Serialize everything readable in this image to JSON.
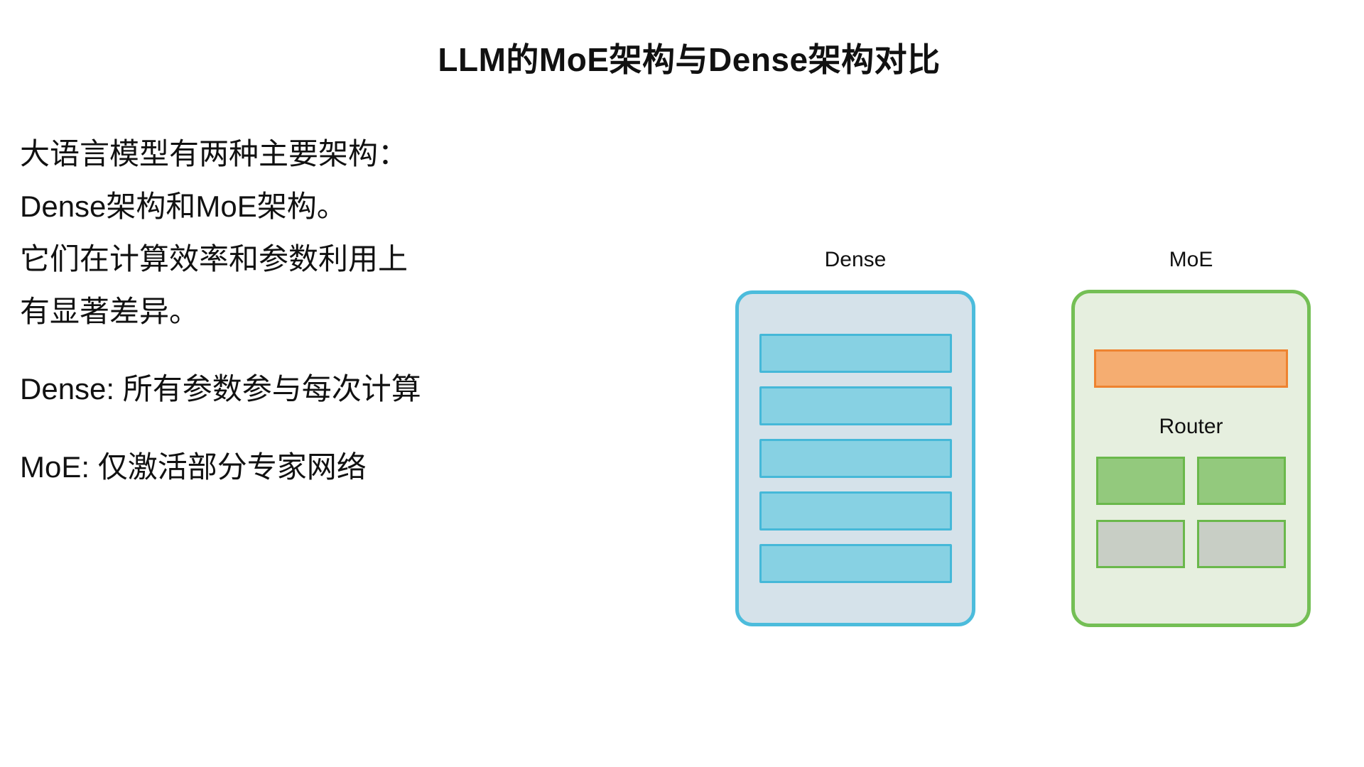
{
  "title": "LLM的MoE架构与Dense架构对比",
  "description": {
    "intro_lines": [
      "大语言模型有两种主要架构：",
      "Dense架构和MoE架构。",
      "它们在计算效率和参数利用上",
      "有显著差异。"
    ],
    "dense_note": "Dense: 所有参数参与每次计算",
    "moe_note": "MoE: 仅激活部分专家网络"
  },
  "diagram": {
    "dense": {
      "label": "Dense",
      "layer_count": 5,
      "colors": {
        "box_fill": "#d5e2ea",
        "box_border": "#4cbcdc",
        "layer_fill": "#87d1e3",
        "layer_border": "#45b8d8"
      }
    },
    "moe": {
      "label": "MoE",
      "router_label": "Router",
      "experts": [
        {
          "state": "active"
        },
        {
          "state": "active"
        },
        {
          "state": "inactive"
        },
        {
          "state": "inactive"
        }
      ],
      "colors": {
        "box_fill": "#e6efdf",
        "box_border": "#74bf55",
        "router_fill": "#f5ad71",
        "router_border": "#ee8330",
        "expert_active_fill": "#93c97d",
        "expert_inactive_fill": "#c8cec5",
        "expert_border": "#6ab84b"
      }
    }
  }
}
